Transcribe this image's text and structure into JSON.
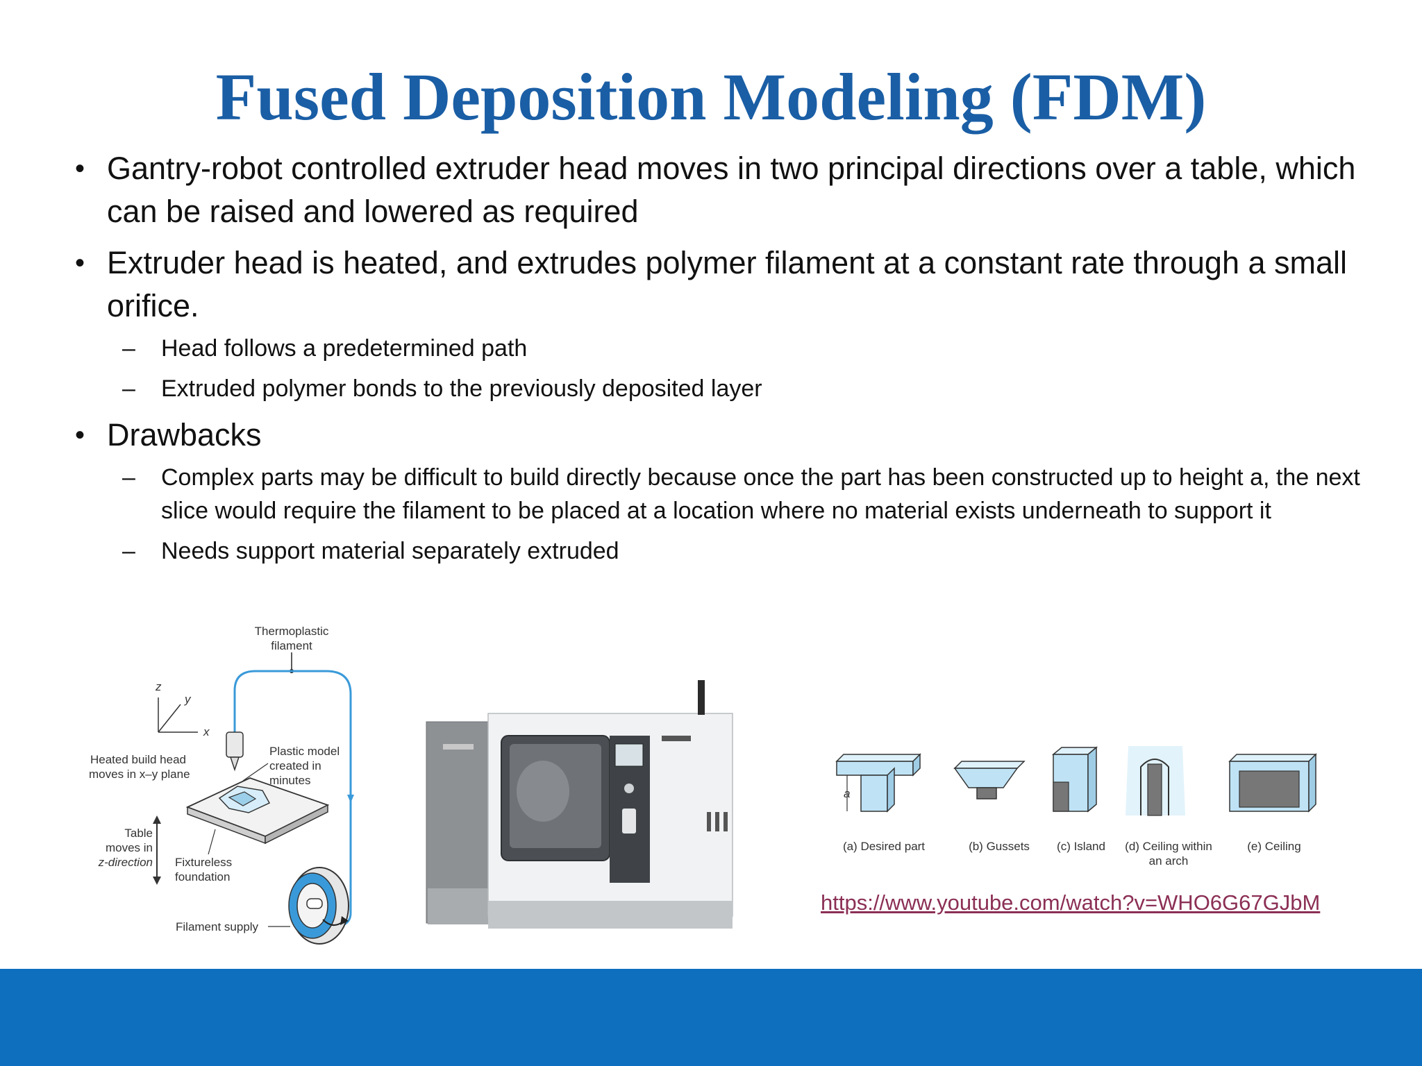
{
  "slide": {
    "title": "Fused Deposition Modeling (FDM)",
    "bullets": [
      {
        "text": "Gantry-robot controlled extruder head moves in two principal directions over a table, which can be raised and lowered as required",
        "subs": []
      },
      {
        "text": "Extruder head is heated, and extrudes polymer filament at a constant rate through a small orifice.",
        "subs": [
          "Head follows a predetermined path",
          "Extruded polymer bonds to the previously deposited layer"
        ]
      },
      {
        "text": "Drawbacks",
        "subs": [
          "Complex parts may be difficult to build directly because once the part has been constructed up to height a, the next slice would require the filament to be placed at a location where no material exists underneath to support it",
          "Needs support material separately extruded"
        ]
      }
    ],
    "bullet_marker": "•",
    "sub_marker": "–"
  },
  "fdm_diagram": {
    "filament_label_1": "Thermoplastic",
    "filament_label_2": "filament",
    "axis_z": "z",
    "axis_y": "y",
    "axis_x": "x",
    "head_label_1": "Heated build head",
    "head_label_2": "moves in x–y plane",
    "model_label_1": "Plastic model",
    "model_label_2": "created in",
    "model_label_3": "minutes",
    "table_label_1": "Table",
    "table_label_2": "moves in",
    "table_label_3": "z-direction",
    "foundation_label_1": "Fixtureless",
    "foundation_label_2": "foundation",
    "supply_label": "Filament supply"
  },
  "support_cases": {
    "height_marker": "a",
    "case_a": "(a) Desired part",
    "case_b": "(b) Gussets",
    "case_c": "(c) Island",
    "case_d_1": "(d) Ceiling within",
    "case_d_2": "an arch",
    "case_e": "(e) Ceiling"
  },
  "link": {
    "text": "https://www.youtube.com/watch?v=WHO6G67GJbM"
  },
  "colors": {
    "title": "#1a5ea5",
    "footer": "#0f6fbf",
    "link": "#8b2f55",
    "filament": "#3a9ad9",
    "part_fill": "#bfe3f5"
  }
}
